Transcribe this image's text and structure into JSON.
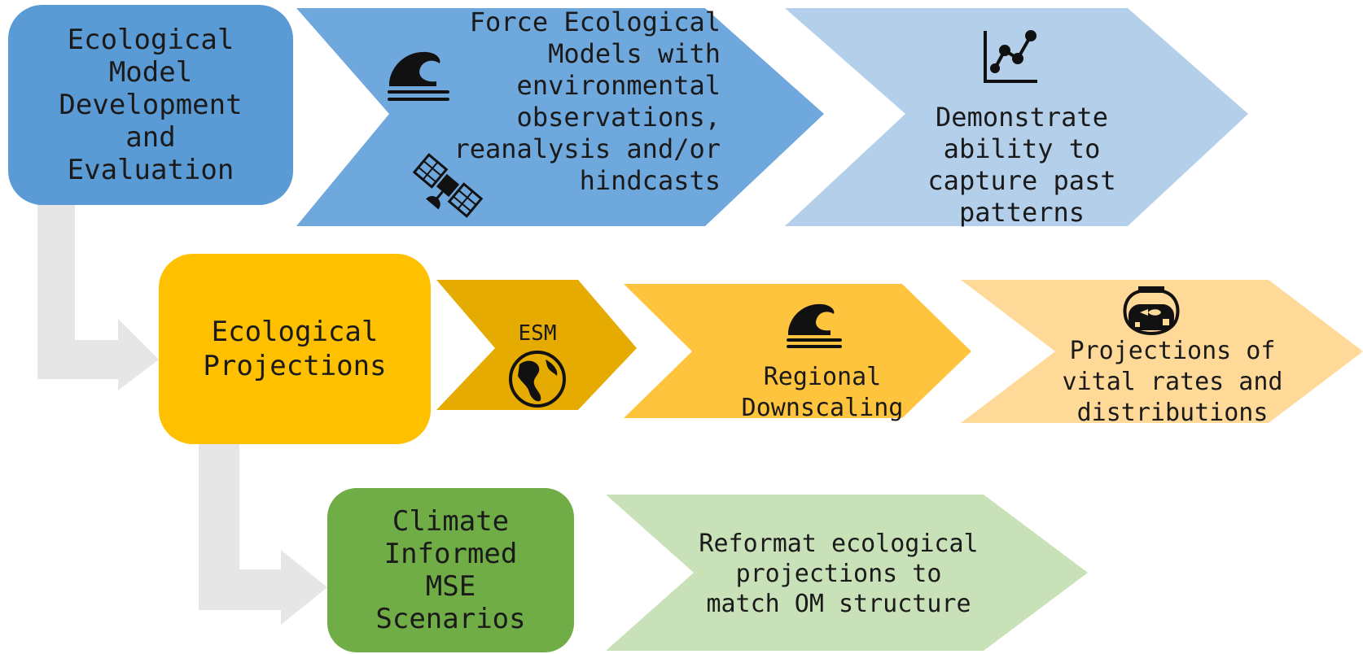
{
  "stages": [
    {
      "title": "Ecological\nModel\nDevelopment\nand\nEvaluation",
      "steps": [
        {
          "text": "Force Ecological\nModels with\nenvironmental\nobservations,\nreanalysis and/or\nhindcasts",
          "icons": [
            "wave-icon",
            "satellite-icon"
          ]
        },
        {
          "text": "Demonstrate\nability to\ncapture past\npatterns",
          "icons": [
            "line-chart-icon"
          ]
        }
      ]
    },
    {
      "title": "Ecological\nProjections",
      "steps": [
        {
          "text": "ESM",
          "icons": [
            "globe-icon"
          ]
        },
        {
          "text": "Regional\nDownscaling",
          "icons": [
            "wave-icon"
          ]
        },
        {
          "text": "Projections of\nvital rates and\ndistributions",
          "icons": [
            "fishbowl-icon"
          ]
        }
      ]
    },
    {
      "title": "Climate\nInformed\nMSE\nScenarios",
      "steps": [
        {
          "text": "Reformat ecological\nprojections to\nmatch OM structure",
          "icons": []
        }
      ]
    }
  ],
  "colors": {
    "blue_dark": "#5b9bd5",
    "blue_mid": "#6fa8dc",
    "blue_light": "#b4cfea",
    "gold": "#ffc000",
    "gold_dark": "#e5ab00",
    "gold_mid": "#ffc43d",
    "gold_light": "#ffd998",
    "green": "#70ad47",
    "green_light": "#c9e1b8",
    "connector": "#e6e6e6"
  }
}
